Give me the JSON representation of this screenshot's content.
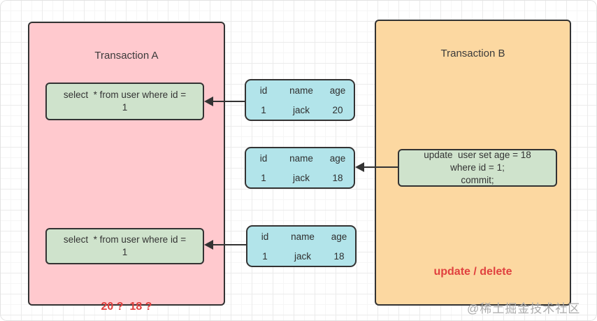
{
  "transaction_a": {
    "title": "Transaction A",
    "select_1_lines": [
      "select  * from user where id =",
      "1"
    ],
    "select_2_lines": [
      "select  * from user where id =",
      "1"
    ],
    "note": "20 ?  18 ?"
  },
  "transaction_b": {
    "title": "Transaction B",
    "update_lines": [
      "update  user set age = 18",
      "where id = 1;",
      "commit;"
    ],
    "note": "update / delete"
  },
  "tables": [
    {
      "headers": [
        "id",
        "name",
        "age"
      ],
      "row": [
        "1",
        "jack",
        "20"
      ]
    },
    {
      "headers": [
        "id",
        "name",
        "age"
      ],
      "row": [
        "1",
        "jack",
        "18"
      ]
    },
    {
      "headers": [
        "id",
        "name",
        "age"
      ],
      "row": [
        "1",
        "jack",
        "18"
      ]
    }
  ],
  "watermark": "@稀土掘金技术社区",
  "colors": {
    "pink": "#ffc9ce",
    "orange": "#fcd8a1",
    "green": "#cfe3cc",
    "blue": "#b2e4ea",
    "border": "#333333",
    "red": "#e0413f",
    "watermark": "#ababab",
    "grid-major": "#ebebeb",
    "grid-minor": "#f6f6f6"
  }
}
